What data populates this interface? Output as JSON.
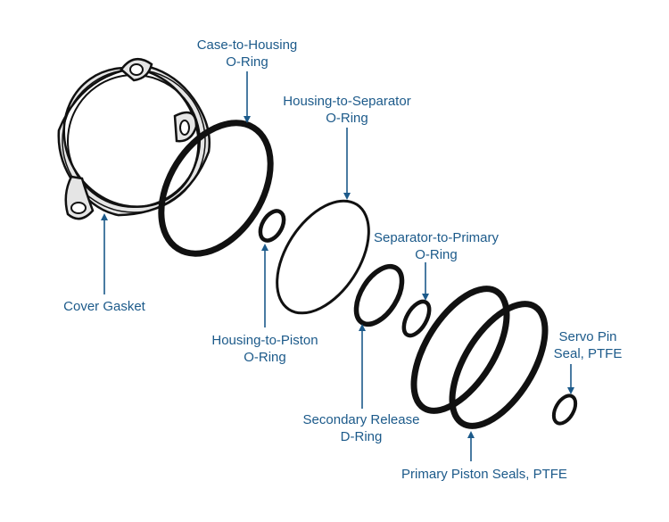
{
  "colors": {
    "label": "#1c5a8a",
    "arrow": "#1c5a8a",
    "part_stroke": "#111111",
    "gasket_fill": "#e5e5e5"
  },
  "labels": {
    "case_housing": {
      "line1": "Case-to-Housing",
      "line2": "O-Ring"
    },
    "housing_separator": {
      "line1": "Housing-to-Separator",
      "line2": "O-Ring"
    },
    "separator_primary": {
      "line1": "Separator-to-Primary",
      "line2": "O-Ring"
    },
    "cover_gasket": {
      "line1": "Cover Gasket"
    },
    "housing_piston": {
      "line1": "Housing-to-Piston",
      "line2": "O-Ring"
    },
    "servo_pin": {
      "line1": "Servo Pin",
      "line2": "Seal, PTFE"
    },
    "secondary_release": {
      "line1": "Secondary Release",
      "line2": "D-Ring"
    },
    "primary_piston": {
      "line1": "Primary Piston Seals, PTFE"
    }
  }
}
